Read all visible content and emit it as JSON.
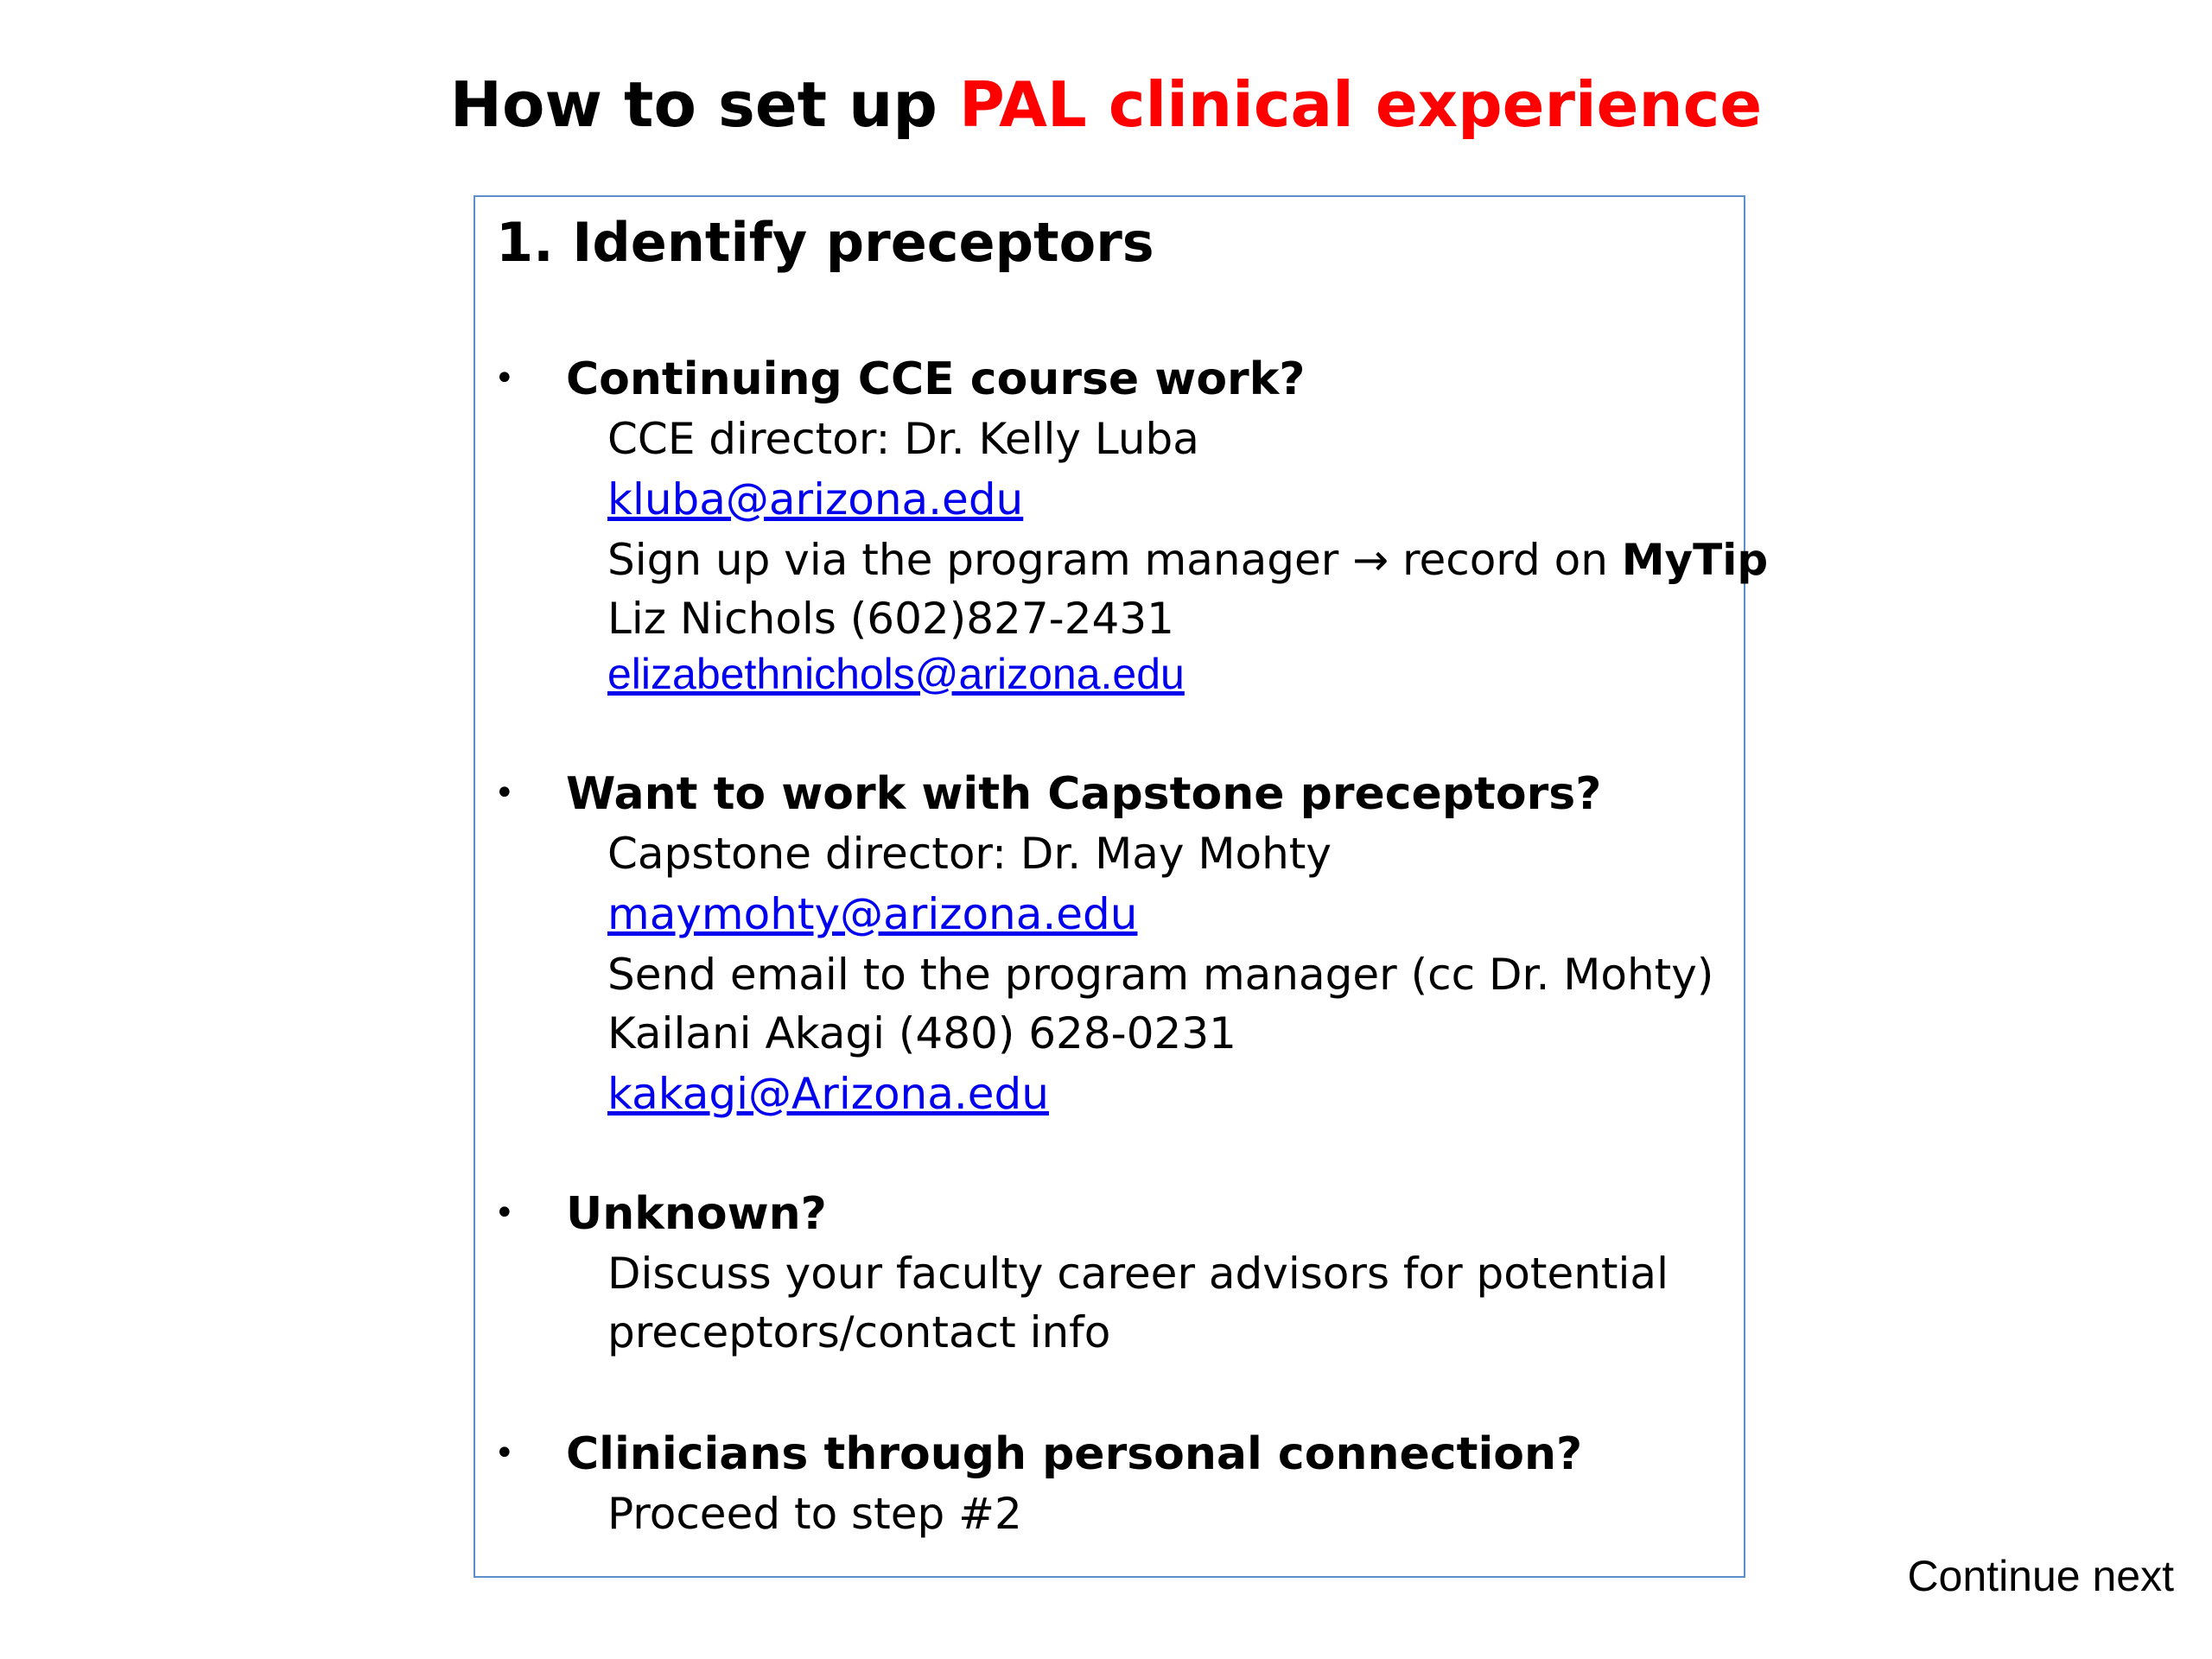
{
  "title": {
    "prefix": "How to set up ",
    "accent": "PAL clinical experience",
    "accent_color": "#ff0000"
  },
  "step": {
    "heading": "1. Identify preceptors"
  },
  "sections": [
    {
      "bullet": "•",
      "heading": "Continuing CCE course work?",
      "director": "CCE director: Dr. Kelly Luba",
      "director_email": "kluba@arizona.edu",
      "instruction_before": "Sign up via the program manager ",
      "arrow": "→",
      "instruction_after": " record on ",
      "instruction_bold": "MyTip",
      "manager": "Liz Nichols (602)827-2431",
      "manager_email": "elizabethnichols@arizona.edu"
    },
    {
      "bullet": "•",
      "heading": "Want to work with Capstone preceptors?",
      "director": "Capstone director: Dr. May Mohty",
      "director_email": "maymohty@arizona.edu",
      "instruction": "Send email to the program manager (cc Dr. Mohty)",
      "manager": "Kailani Akagi (480) 628-0231",
      "manager_email": "kakagi@Arizona.edu"
    },
    {
      "bullet": "•",
      "heading": "Unknown?",
      "line1": "Discuss your faculty career advisors for potential",
      "line2": "preceptors/contact info"
    },
    {
      "bullet": "•",
      "heading": "Clinicians through personal connection?",
      "line1": "Proceed to step #2"
    }
  ],
  "footer": {
    "continue": "Continue next"
  },
  "colors": {
    "link": "#0000ee",
    "box_border": "#5b8fc9"
  }
}
